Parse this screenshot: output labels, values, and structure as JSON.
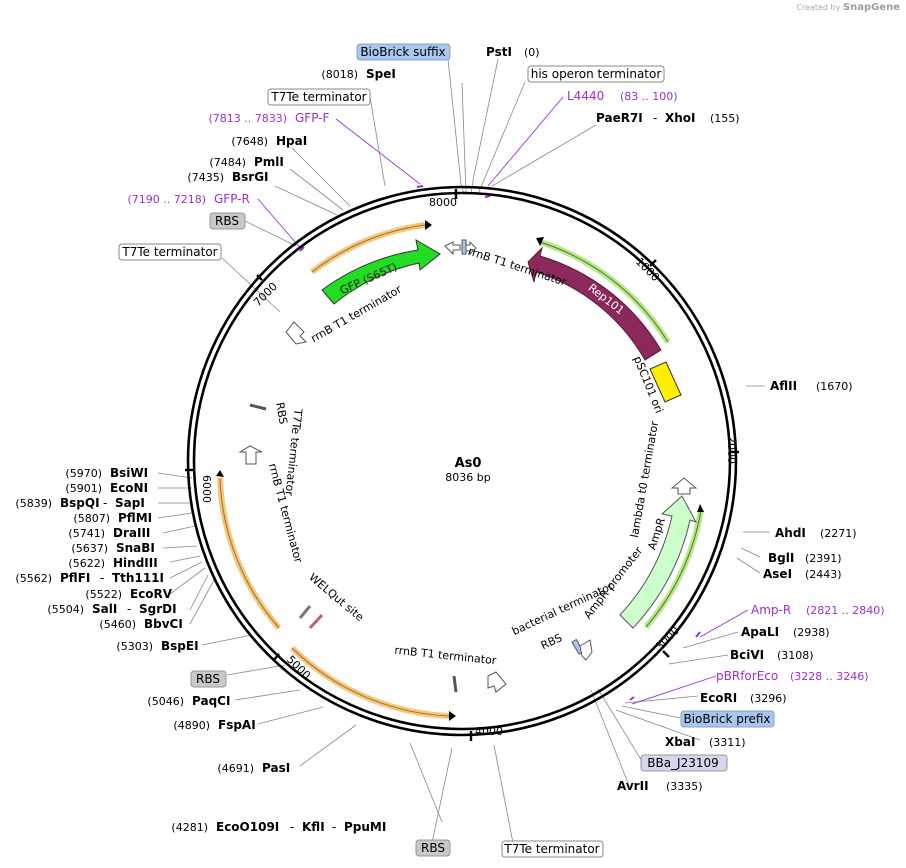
{
  "credit": {
    "prefix": "Created by",
    "brand": "SnapGene"
  },
  "plasmid": {
    "name": "As0",
    "size_label": "8036 bp",
    "length": 8036
  },
  "colors": {
    "enzyme": "#000000",
    "primer": "#9b30d0",
    "leader": "#888888",
    "gfp": "#22dd22",
    "rep": "#8b2a5a",
    "amp": "#ccffcc",
    "ori": "#ffee00",
    "hilite_orange": "#f5c77a",
    "hilite_green": "#b9e88a",
    "tag_blue": "#a7c7f0",
    "tag_gray": "#c8c8c8",
    "tag_lav": "#d6d6ee"
  },
  "ruler_ticks": [
    "1000",
    "2000",
    "3000",
    "4000",
    "5000",
    "6000",
    "7000",
    "8000"
  ],
  "enzymes": [
    {
      "name": "PstI",
      "pos": "(0)"
    },
    {
      "name": "SpeI",
      "pos": "(8018)"
    },
    {
      "name": "HpaI",
      "pos": "(7648)"
    },
    {
      "name": "PmlI",
      "pos": "(7484)"
    },
    {
      "name": "BsrGI",
      "pos": "(7435)"
    },
    {
      "name": "PaeR7I",
      "name2": "XhoI",
      "pos": "(155)"
    },
    {
      "name": "AflII",
      "pos": "(1670)"
    },
    {
      "name": "AhdI",
      "pos": "(2271)"
    },
    {
      "name": "BglI",
      "pos": "(2391)"
    },
    {
      "name": "AseI",
      "pos": "(2443)"
    },
    {
      "name": "ApaLI",
      "pos": "(2938)"
    },
    {
      "name": "BciVI",
      "pos": "(3108)"
    },
    {
      "name": "EcoRI",
      "pos": "(3296)"
    },
    {
      "name": "XbaI",
      "pos": "(3311)"
    },
    {
      "name": "AvrII",
      "pos": "(3335)"
    },
    {
      "name": "EcoO109I",
      "name2": "KflI",
      "name3": "PpuMI",
      "pos": "(4281)"
    },
    {
      "name": "PasI",
      "pos": "(4691)"
    },
    {
      "name": "FspAI",
      "pos": "(4890)"
    },
    {
      "name": "PaqCI",
      "pos": "(5046)"
    },
    {
      "name": "BspEI",
      "pos": "(5303)"
    },
    {
      "name": "BbvCI",
      "pos": "(5460)"
    },
    {
      "name": "SalI",
      "name2": "SgrDI",
      "pos": "(5504)"
    },
    {
      "name": "EcoRV",
      "pos": "(5522)"
    },
    {
      "name": "PflFI",
      "name2": "Tth111I",
      "pos": "(5562)"
    },
    {
      "name": "HindIII",
      "pos": "(5622)"
    },
    {
      "name": "SnaBI",
      "pos": "(5637)"
    },
    {
      "name": "DraIII",
      "pos": "(5741)"
    },
    {
      "name": "PflMI",
      "pos": "(5807)"
    },
    {
      "name": "BspQI",
      "name2": "SapI",
      "pos": "(5839)"
    },
    {
      "name": "EcoNI",
      "pos": "(5901)"
    },
    {
      "name": "BsiWI",
      "pos": "(5970)"
    }
  ],
  "primers": [
    {
      "name": "GFP-F",
      "range": "(7813 .. 7833)"
    },
    {
      "name": "GFP-R",
      "range": "(7190 .. 7218)"
    },
    {
      "name": "L4440",
      "range": "(83 .. 100)"
    },
    {
      "name": "Amp-R",
      "range": "(2821 .. 2840)"
    },
    {
      "name": "pBRforEco",
      "range": "(3228 .. 3246)"
    }
  ],
  "tags": [
    "BioBrick suffix",
    "his operon terminator",
    "T7Te terminator",
    "RBS",
    "T7Te terminator",
    "BioBrick prefix",
    "BBa_J23109",
    "RBS",
    "T7Te terminator",
    "RBS"
  ],
  "features": {
    "gfp": "GFP (S65T)",
    "rep": "Rep101",
    "ori": "pSC101 ori",
    "ampr": "AmpR",
    "ampr_promoter": "AmpR promoter",
    "rrnb_top": "rrnB T1 terminator",
    "rrnb_left": "rrnB T1 terminator",
    "lambda": "lambda t0 terminator",
    "bact": "bacterial terminator",
    "rbs_right": "RBS",
    "rrnb_bottom": "rrnB T1 terminator",
    "welqut": "WELQut site",
    "rrnb_inner": "rrnB T1 terminator",
    "t7te_inner": "T7Te terminator",
    "rbs_inner": "RBS",
    "rrnb_upperleft": "rrnB T1 terminator"
  }
}
